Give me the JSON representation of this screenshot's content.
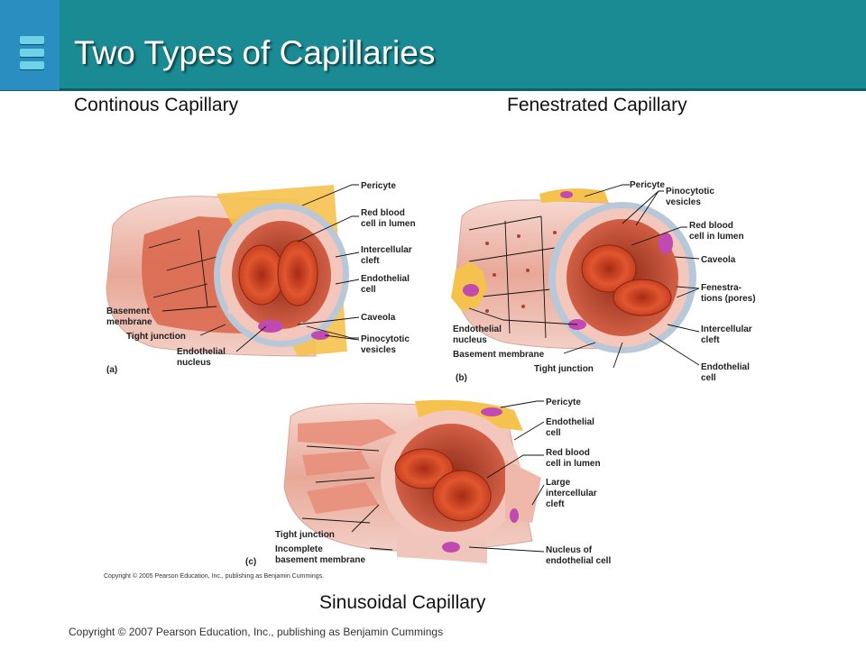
{
  "header": {
    "title": "Two Types of Capillaries"
  },
  "subheadings": {
    "continuous": "Continous Capillary",
    "fenestrated": "Fenestrated Capillary",
    "sinusoidal": "Sinusoidal Capillary"
  },
  "copyright": "Copyright © 2007 Pearson Education, Inc., publishing as Benjamin Cummings",
  "figure_copyright": "Copyright © 2005 Pearson Education, Inc., publishing as Benjamin Cummings.",
  "panels": {
    "a": {
      "tag": "(a)",
      "labels": {
        "pericyte": "Pericyte",
        "rbc1": "Red blood",
        "rbc2": "cell in lumen",
        "cleft1": "Intercellular",
        "cleft2": "cleft",
        "endo1": "Endothelial",
        "endo2": "cell",
        "caveola": "Caveola",
        "pino1": "Pinocytotic",
        "pino2": "vesicles",
        "basement1": "Basement",
        "basement2": "membrane",
        "tight": "Tight junction",
        "nucleus1": "Endothelial",
        "nucleus2": "nucleus"
      }
    },
    "b": {
      "tag": "(b)",
      "labels": {
        "pericyte": "Pericyte",
        "pino1": "Pinocytotic",
        "pino2": "vesicles",
        "rbc1": "Red blood",
        "rbc2": "cell in lumen",
        "caveola": "Caveola",
        "fen1": "Fenestra-",
        "fen2": "tions (pores)",
        "nucleus1": "Endothelial",
        "nucleus2": "nucleus",
        "basement": "Basement membrane",
        "tight": "Tight junction",
        "cleft1": "Intercellular",
        "cleft2": "cleft",
        "endo1": "Endothelial",
        "endo2": "cell"
      }
    },
    "c": {
      "tag": "(c)",
      "labels": {
        "pericyte": "Pericyte",
        "endo1": "Endothelial",
        "endo2": "cell",
        "rbc1": "Red blood",
        "rbc2": "cell in lumen",
        "large1": "Large",
        "large2": "intercellular",
        "large3": "cleft",
        "tight": "Tight junction",
        "incomplete1": "Incomplete",
        "incomplete2": "basement membrane",
        "nucleus1": "Nucleus of",
        "nucleus2": "endothelial cell"
      }
    }
  },
  "colors": {
    "header": "#1a8a93",
    "header_left": "#2a8ec0",
    "logo": "#6fd3e8",
    "vessel_wall": "#f2c3b8",
    "lumen": "#c84a2c",
    "red_blood_cell": "#cf3d1e",
    "nucleus": "#c04ab0",
    "pericyte": "#f2c14a",
    "basement_membrane": "#b8c7d8"
  }
}
